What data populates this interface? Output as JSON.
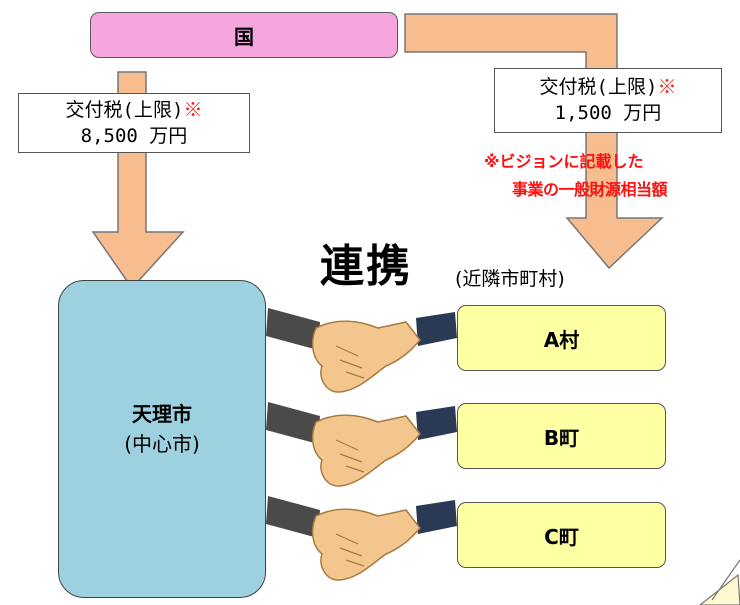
{
  "country": {
    "label": "国"
  },
  "left_grant": {
    "line1": "交付税(上限)",
    "mark": "※",
    "line2": "8,500 万円"
  },
  "right_grant": {
    "line1": "交付税(上限)",
    "mark": "※",
    "line2": "1,500 万円"
  },
  "note": {
    "line1": "※ビジョンに記載した",
    "line2": "事業の一般財源相当額"
  },
  "link_title": "連携",
  "neighbors_label": "(近隣市町村)",
  "central_city": {
    "name": "天理市",
    "sub": "(中心市)"
  },
  "towns": [
    {
      "label": "A村"
    },
    {
      "label": "B町"
    },
    {
      "label": "C町"
    }
  ],
  "colors": {
    "country_fill": "#f6a6dc",
    "arrow_fill": "#f7bd8e",
    "city_fill": "#9dd1df",
    "town_fill": "#ffffa3",
    "note_text": "#ff1010"
  },
  "icons": [
    "handshake-icon",
    "handshake-icon",
    "handshake-icon"
  ]
}
